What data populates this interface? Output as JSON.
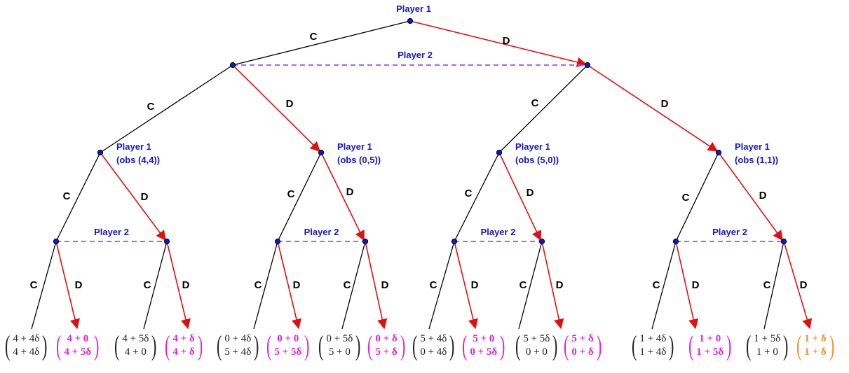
{
  "colors": {
    "edge": "#000000",
    "equilibrium_edge": "#e01010",
    "information_set": "#9b4dff",
    "node": "#0a1acc",
    "player_label": "#1515cc",
    "payoff_plain": "#222222",
    "payoff_equilibrium": "#e020e0",
    "payoff_terminal": "#ef8f2a"
  },
  "root_player": "Player 1",
  "stage1_info_set": "Player 2",
  "stage1_moves": {
    "p1": [
      "C",
      "D"
    ],
    "p2_after_C": [
      "C",
      "D"
    ],
    "p2_after_D": [
      "C",
      "D"
    ]
  },
  "stage2_nodes": [
    {
      "player": "Player 1",
      "obs": "(obs (4,4))"
    },
    {
      "player": "Player 1",
      "obs": "(obs (0,5))"
    },
    {
      "player": "Player 1",
      "obs": "(obs (5,0))"
    },
    {
      "player": "Player 1",
      "obs": "(obs (1,1))"
    }
  ],
  "stage2_info_sets": [
    "Player 2",
    "Player 2",
    "Player 2",
    "Player 2"
  ],
  "move_labels": {
    "cooperate": "C",
    "defect": "D"
  },
  "payoffs": [
    {
      "top": "4 + 4δ",
      "bottom": "4 + 4δ",
      "style": "plain"
    },
    {
      "top": "4 + 0",
      "bottom": "4 + 5δ",
      "style": "magenta"
    },
    {
      "top": "4 + 5δ",
      "bottom": "4 + 0",
      "style": "plain"
    },
    {
      "top": "4 + δ",
      "bottom": "4 + δ",
      "style": "magenta"
    },
    {
      "top": "0 + 4δ",
      "bottom": "5 + 4δ",
      "style": "plain"
    },
    {
      "top": "0 + 0",
      "bottom": "5 + 5δ",
      "style": "magenta"
    },
    {
      "top": "0 + 5δ",
      "bottom": "5 + 0",
      "style": "plain"
    },
    {
      "top": "0 + δ",
      "bottom": "5 + δ",
      "style": "magenta"
    },
    {
      "top": "5 + 4δ",
      "bottom": "0 + 4δ",
      "style": "plain"
    },
    {
      "top": "5 + 0",
      "bottom": "0 + 5δ",
      "style": "magenta"
    },
    {
      "top": "5 + 5δ",
      "bottom": "0 + 0",
      "style": "plain"
    },
    {
      "top": "5 + δ",
      "bottom": "0 + δ",
      "style": "magenta"
    },
    {
      "top": "1 + 4δ",
      "bottom": "1 + 4δ",
      "style": "plain"
    },
    {
      "top": "1 + 0",
      "bottom": "1 + 5δ",
      "style": "magenta"
    },
    {
      "top": "1 + 5δ",
      "bottom": "1 + 0",
      "style": "plain"
    },
    {
      "top": "1 + δ",
      "bottom": "1 + δ",
      "style": "orange"
    }
  ]
}
